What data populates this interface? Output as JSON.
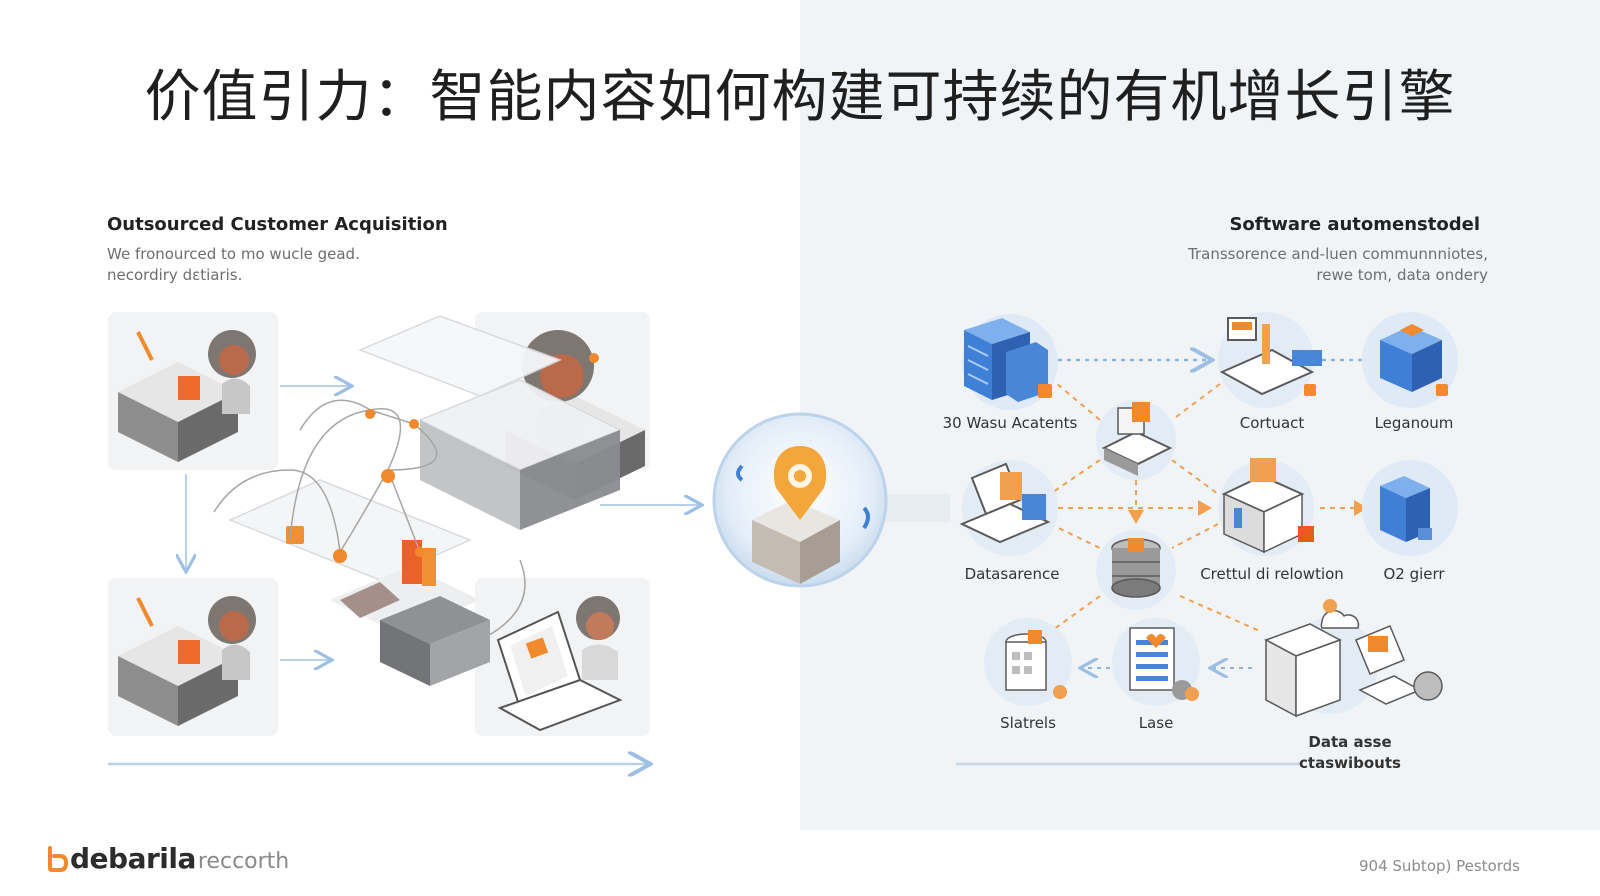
{
  "slide": {
    "title": "价值引力：智能内容如何构建可持续的有机增长引擎"
  },
  "left_section": {
    "title": "Outsourced Customer Acquisition",
    "desc_line1": "We fronourced to mo wucle gead.",
    "desc_line2": "necordiry dɛtiaris."
  },
  "right_section": {
    "title": "Software automenstodel",
    "desc_line1": "Transsorence  and-luen communnniotes,",
    "desc_line2": "rewe tom, data ondery"
  },
  "nodes": {
    "n1": "30 Wasu Acatents",
    "n2": "Cortuact",
    "n3": "Leganoum",
    "n4": "Datasarence",
    "n5": "Crettul di relowtion",
    "n6": "O2 gierr",
    "n7": "Slatrels",
    "n8": "Lase",
    "n9_line1": "Data asse",
    "n9_line2": "ctaswibouts"
  },
  "brand": {
    "name": "debarila",
    "suffix": "reccorth"
  },
  "footer": {
    "note": "904 Subtop) Pestords"
  },
  "colors": {
    "accent_orange": "#f08a2c",
    "accent_blue": "#3f7fd6",
    "panel_bg": "#f1f4f7",
    "connector_blue": "#8fb4dc"
  },
  "icons": {
    "hub": "location-pin-icon",
    "server": "server-icon",
    "database": "database-icon",
    "document": "document-icon",
    "cloud": "cloud-icon"
  }
}
